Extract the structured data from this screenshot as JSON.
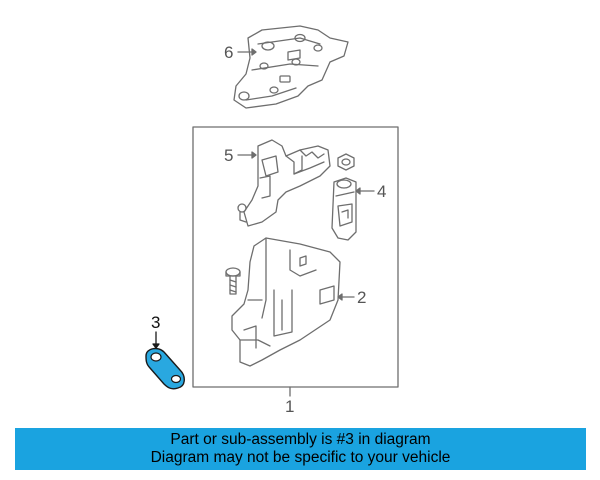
{
  "diagram": {
    "callouts": {
      "one": "1",
      "two": "2",
      "three": "3",
      "four": "4",
      "five": "5",
      "six": "6"
    },
    "highlighted_callout": "3",
    "colors": {
      "line": "#6e6e6e",
      "highlight_fill": "#29a8e0",
      "banner": "#1aa3e0"
    }
  },
  "banner": {
    "line1": "Part or sub-assembly is #3 in diagram",
    "line2": "Diagram may not be specific to your vehicle"
  }
}
